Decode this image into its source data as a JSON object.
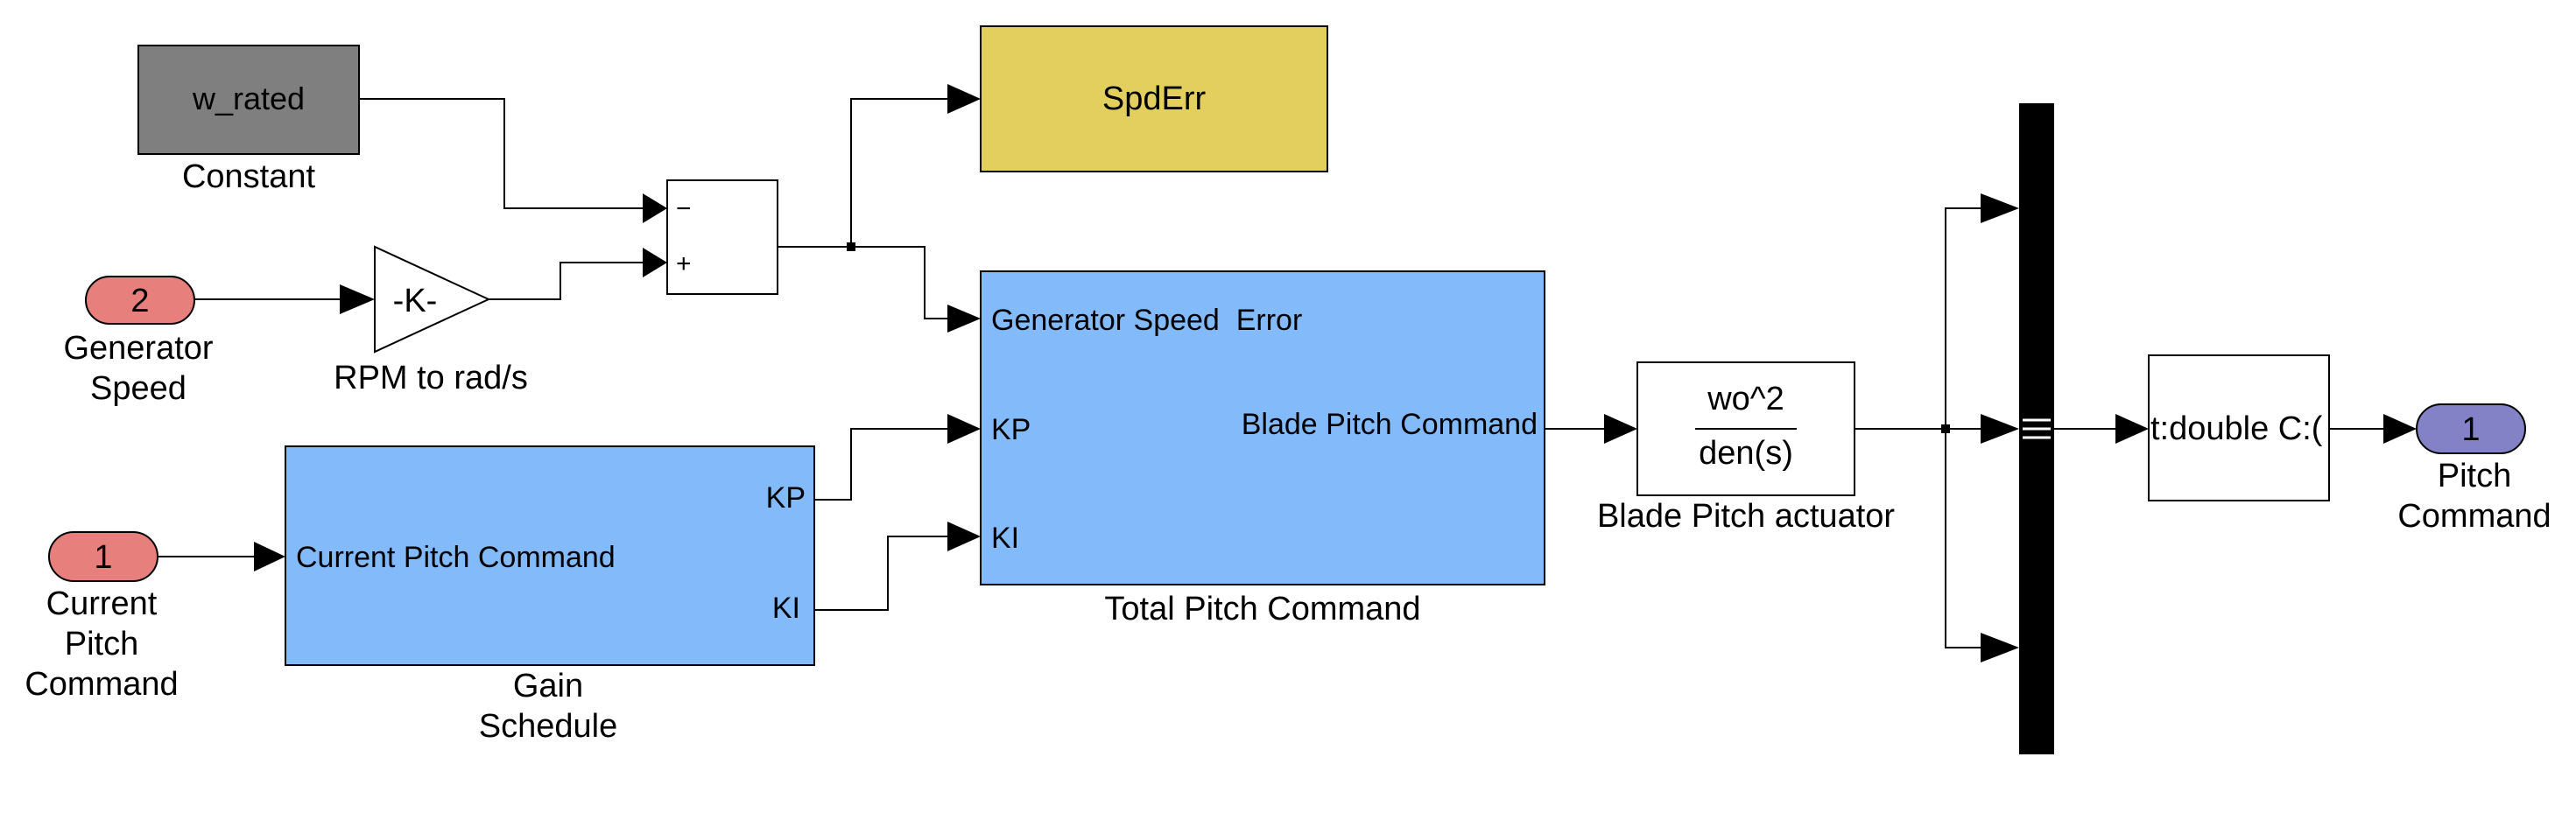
{
  "colors": {
    "constant_fill": "#7f7f7f",
    "scope_fill": "#e2cf5d",
    "subsystem_fill": "#82bafa",
    "inport_fill": "#e77f7d",
    "outport_fill": "#8382c7",
    "mux_fill": "#000000",
    "block_fill": "#ffffff"
  },
  "blocks": {
    "constant": {
      "text": "w_rated",
      "label": "Constant"
    },
    "scope": {
      "text": "SpdErr"
    },
    "inport_speed": {
      "number": "2",
      "label_line1": "Generator",
      "label_line2": "Speed"
    },
    "gain": {
      "text": "-K-",
      "label": "RPM to rad/s"
    },
    "sum": {
      "sign_top": "−",
      "sign_bottom": "+"
    },
    "total_pitch": {
      "label": "Total Pitch Command",
      "in_error": "Generator Speed  Error",
      "in_kp": "KP",
      "in_ki": "KI",
      "out": "Blade Pitch Command"
    },
    "inport_pitch": {
      "number": "1",
      "label_line1": "Current",
      "label_line2": "Pitch",
      "label_line3": "Command"
    },
    "gain_schedule": {
      "label_line1": "Gain",
      "label_line2": "Schedule",
      "in": "Current Pitch Command",
      "out_kp": "KP",
      "out_ki": "KI"
    },
    "actuator": {
      "numerator": "wo^2",
      "denominator": "den(s)",
      "label": "Blade Pitch actuator"
    },
    "conversion": {
      "text": "t:double C:("
    },
    "outport": {
      "number": "1",
      "label_line1": "Pitch",
      "label_line2": "Command"
    }
  }
}
